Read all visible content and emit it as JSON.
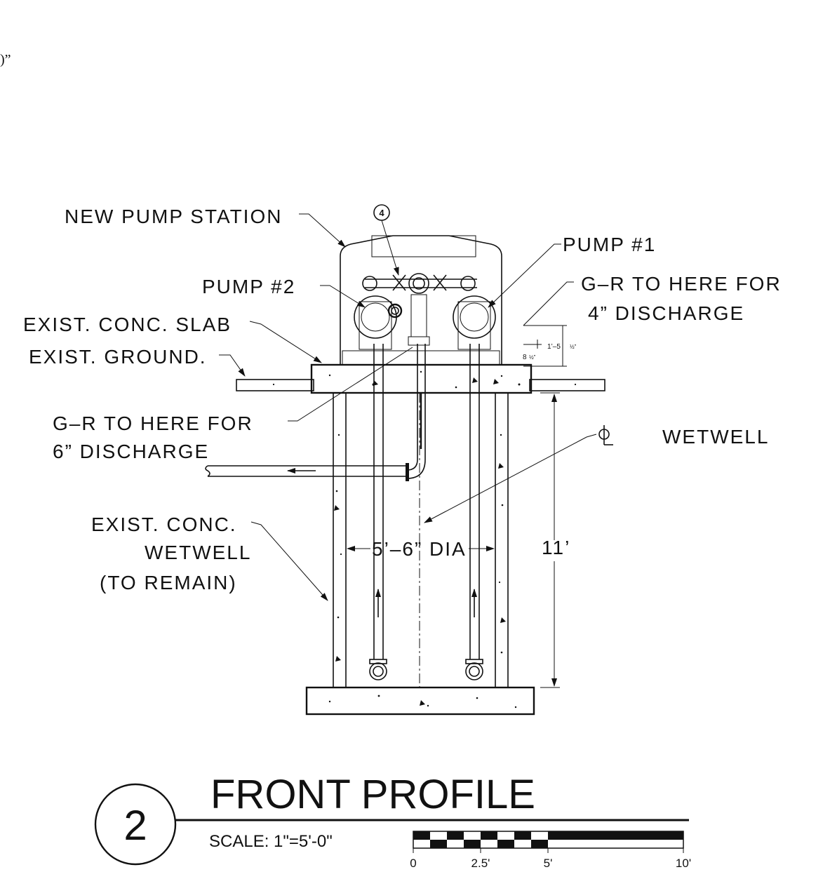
{
  "corner_fragment": ")”",
  "labels": {
    "new_pump_station": "NEW PUMP STATION",
    "pump1": "PUMP #1",
    "pump2": "PUMP #2",
    "gr_4_line1": "G–R TO HERE FOR",
    "gr_4_line2": "4” DISCHARGE",
    "slab": "EXIST. CONC. SLAB",
    "ground": "EXIST. GROUND.",
    "gr_6_line1": "G–R TO HERE FOR",
    "gr_6_line2": "6” DISCHARGE",
    "centerline": "WETWELL",
    "wetwell_line1": "EXIST. CONC.",
    "wetwell_line2": "WETWELL",
    "wetwell_line3": "(TO REMAIN)",
    "diameter": "5’–6” DIA",
    "depth": "11’",
    "dim_a": "1’–5",
    "dim_a_frac": "½”",
    "dim_b": "8",
    "dim_b_frac": "½”",
    "callout": "4"
  },
  "title_block": {
    "number": "2",
    "title": "FRONT PROFILE",
    "scale": "SCALE: 1\"=5'-0\"",
    "ticks": [
      "0",
      "2.5'",
      "5'",
      "10'"
    ]
  }
}
